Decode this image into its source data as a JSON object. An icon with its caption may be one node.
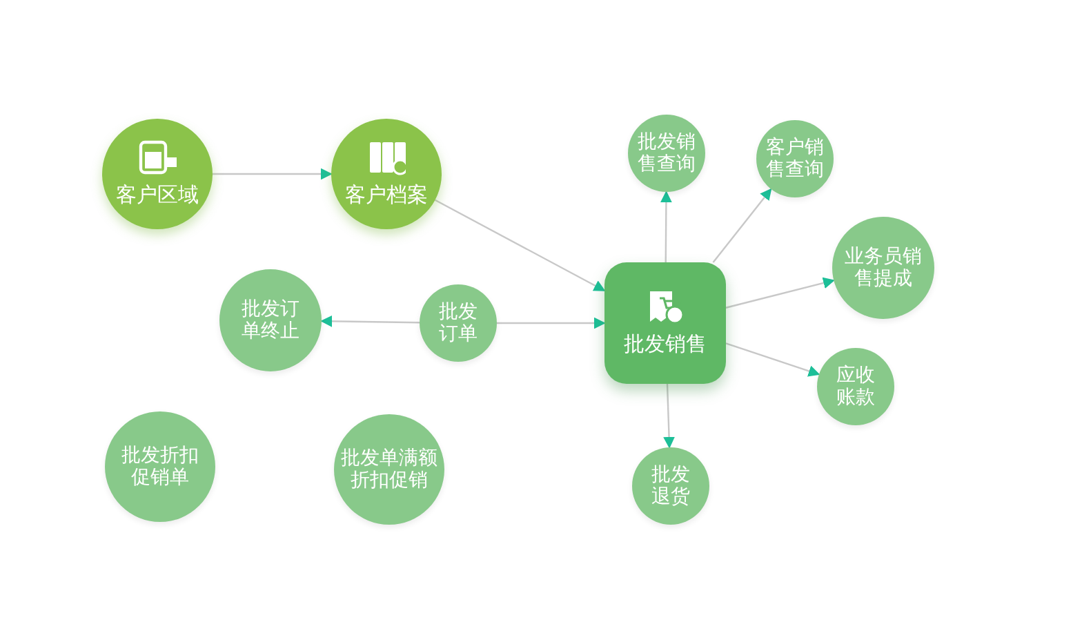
{
  "diagram": {
    "nodes": [
      {
        "text": [
          "客户区域"
        ]
      },
      {
        "text": [
          "客户档案"
        ]
      },
      {
        "text": [
          "批发销售"
        ]
      },
      {
        "text": [
          "批发销售查询"
        ]
      },
      {
        "text": [
          "客户销售查询"
        ]
      },
      {
        "text": [
          "业务员销售提成"
        ]
      },
      {
        "text": [
          "应收账款"
        ]
      },
      {
        "text": [
          "批发退货"
        ]
      },
      {
        "text": [
          "批发订单"
        ]
      },
      {
        "text": [
          "批发订单终止"
        ]
      },
      {
        "text": [
          "批发折扣促销单"
        ]
      },
      {
        "text": [
          "批发单满额折扣促销"
        ]
      }
    ],
    "edges": [
      {
        "from": 0,
        "to": 1,
        "arrow": "to"
      },
      {
        "from": 1,
        "to": 2,
        "arrow": "to"
      },
      {
        "from": 2,
        "to": 3,
        "arrow": "to"
      },
      {
        "from": 2,
        "to": 4,
        "arrow": "to"
      },
      {
        "from": 2,
        "to": 5,
        "arrow": "to"
      },
      {
        "from": 2,
        "to": 6,
        "arrow": "to"
      },
      {
        "from": 2,
        "to": 7,
        "arrow": "to"
      },
      {
        "from": 8,
        "to": 9,
        "arrow": "to"
      },
      {
        "from": 8,
        "to": 2,
        "arrow": "to"
      }
    ]
  }
}
